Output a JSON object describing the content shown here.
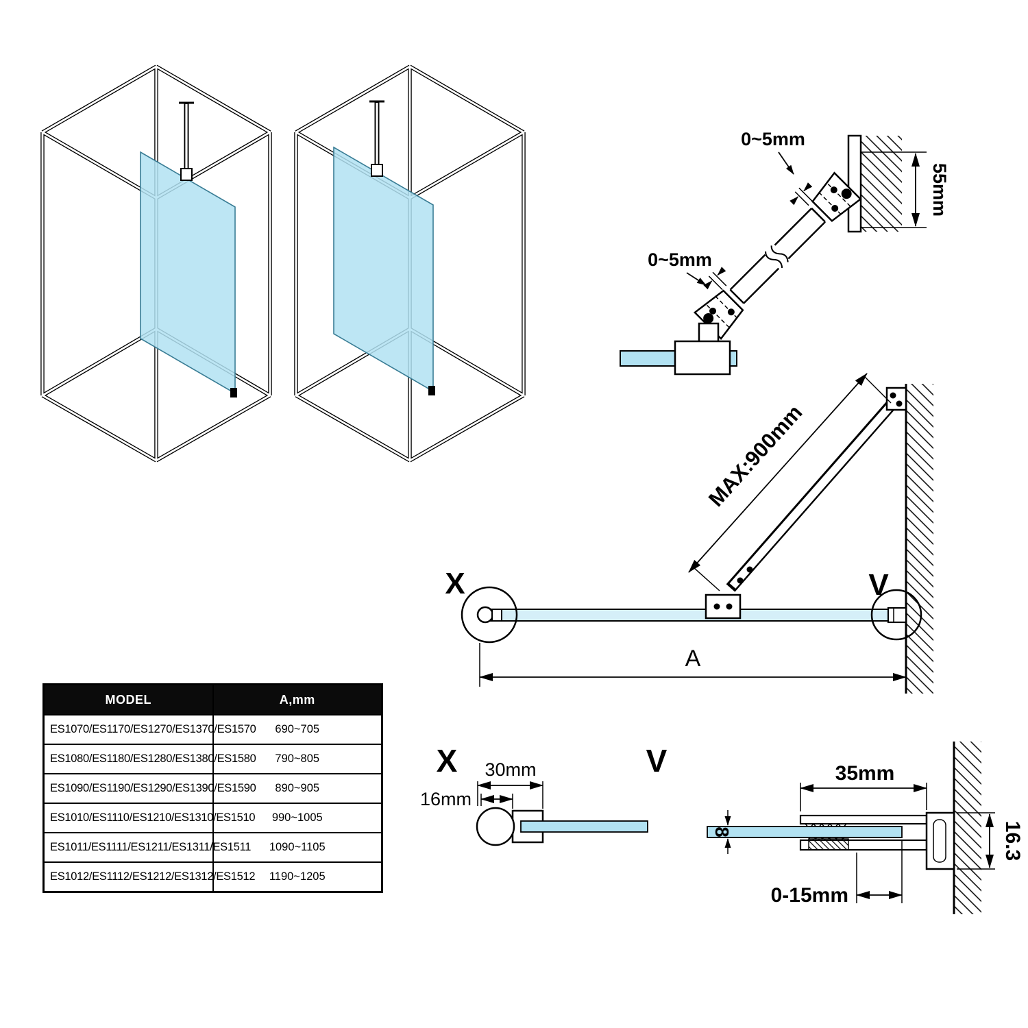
{
  "colors": {
    "glass_fill": "#b2e2f2",
    "outline": "#000000"
  },
  "diagrams": {
    "bracket": {
      "gap_top": "0~5mm",
      "gap_mid": "0~5mm",
      "depth": "55mm"
    },
    "plan": {
      "max_length": "MAX:900mm",
      "callout_x": "X",
      "callout_v": "V",
      "width": "A"
    },
    "section_x": {
      "title": "X",
      "profile_width": "30mm",
      "glass_inset": "16mm"
    },
    "section_v": {
      "title": "V",
      "profile_width": "35mm",
      "profile_height": "16.3",
      "glass_thickness": "8",
      "adjustment": "0-15mm"
    }
  },
  "table": {
    "headers": [
      "MODEL",
      "A,mm"
    ],
    "rows": [
      {
        "model": "ES1070/ES1170/ES1270/ES1370/ES1570",
        "a_mm": "690~705"
      },
      {
        "model": "ES1080/ES1180/ES1280/ES1380/ES1580",
        "a_mm": "790~805"
      },
      {
        "model": "ES1090/ES1190/ES1290/ES1390/ES1590",
        "a_mm": "890~905"
      },
      {
        "model": "ES1010/ES1110/ES1210/ES1310/ES1510",
        "a_mm": "990~1005"
      },
      {
        "model": "ES1011/ES1111/ES1211/ES1311/ES1511",
        "a_mm": "1090~1105"
      },
      {
        "model": "ES1012/ES1112/ES1212/ES1312/ES1512",
        "a_mm": "1190~1205"
      }
    ]
  }
}
